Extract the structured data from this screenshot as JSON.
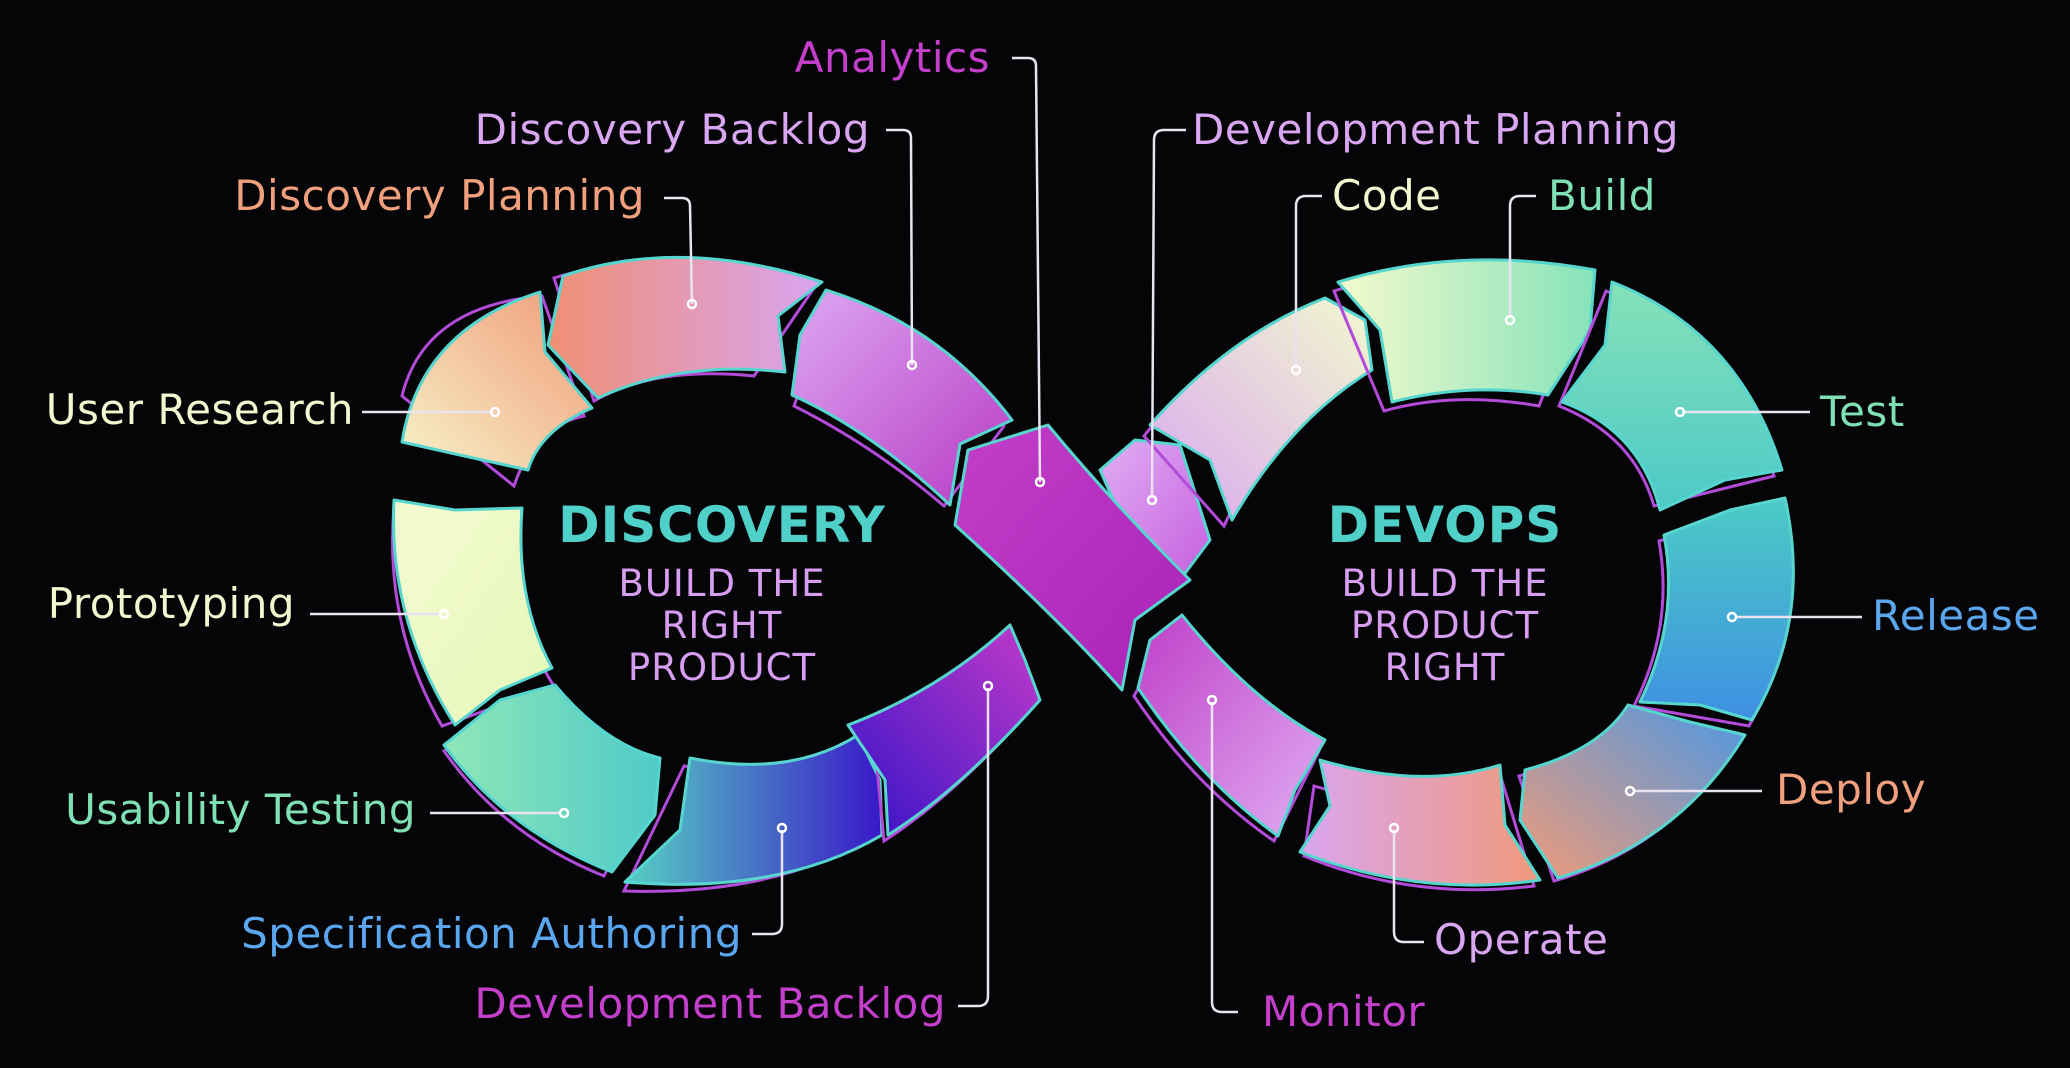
{
  "hubs": {
    "discovery": {
      "title": "DISCOVERY",
      "lines": [
        "BUILD THE",
        "RIGHT",
        "PRODUCT"
      ]
    },
    "devops": {
      "title": "DEVOPS",
      "lines": [
        "BUILD THE",
        "PRODUCT",
        "RIGHT"
      ]
    }
  },
  "labels": {
    "analytics": "Analytics",
    "discovery_backlog": "Discovery Backlog",
    "discovery_planning": "Discovery Planning",
    "user_research": "User Research",
    "prototyping": "Prototyping",
    "usability_testing": "Usability Testing",
    "specification_authoring": "Specification Authoring",
    "development_backlog": "Development Backlog",
    "development_planning": "Development Planning",
    "code": "Code",
    "build": "Build",
    "test": "Test",
    "release": "Release",
    "deploy": "Deploy",
    "operate": "Operate",
    "monitor": "Monitor"
  },
  "colors": {
    "background": "#050407",
    "outline": "#57d6cf",
    "hub_title": "#4fd0c8",
    "hub_subtitle": "#d79df0",
    "label_purple": "#c440cc",
    "label_lavender": "#d9a6f2",
    "label_salmon": "#f0a07c",
    "label_cream": "#f2f7cf",
    "label_mint": "#80e0b5",
    "label_blue": "#5aa6ef"
  }
}
